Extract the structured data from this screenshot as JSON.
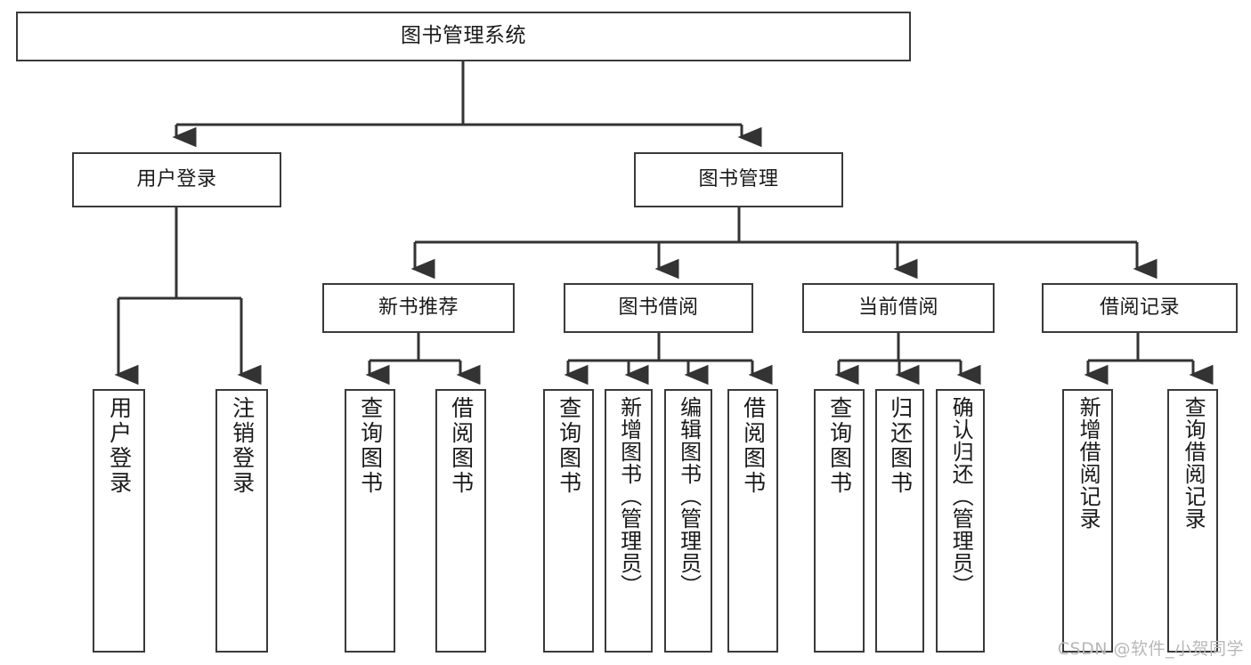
{
  "diagram": {
    "title": "图书管理系统",
    "type": "hierarchy-tree",
    "watermark": "CSDN @软件_小贺同学",
    "colors": {
      "border": "#3a3a3a",
      "background": "#ffffff",
      "text": "#1a1a1a",
      "connector": "#333333",
      "watermark": "#b8b8b8"
    },
    "nodes": {
      "root": {
        "label": "图书管理系统"
      },
      "level2": [
        {
          "id": "user-login",
          "label": "用户登录"
        },
        {
          "id": "book-manage",
          "label": "图书管理"
        }
      ],
      "level3": [
        {
          "id": "new-book-rec",
          "label": "新书推荐"
        },
        {
          "id": "book-borrow",
          "label": "图书借阅"
        },
        {
          "id": "current-borrow",
          "label": "当前借阅"
        },
        {
          "id": "borrow-record",
          "label": "借阅记录"
        }
      ],
      "leaves": [
        {
          "id": "leaf-user-login",
          "label": "用户登录",
          "parent": "user-login"
        },
        {
          "id": "leaf-logout",
          "label": "注销登录",
          "parent": "user-login"
        },
        {
          "id": "leaf-query-book-1",
          "label": "查询图书",
          "parent": "new-book-rec"
        },
        {
          "id": "leaf-borrow-book-1",
          "label": "借阅图书",
          "parent": "new-book-rec"
        },
        {
          "id": "leaf-query-book-2",
          "label": "查询图书",
          "parent": "book-borrow"
        },
        {
          "id": "leaf-add-book",
          "label": "新增图书（管理员）",
          "parent": "book-borrow"
        },
        {
          "id": "leaf-edit-book",
          "label": "编辑图书（管理员）",
          "parent": "book-borrow"
        },
        {
          "id": "leaf-borrow-book-2",
          "label": "借阅图书",
          "parent": "book-borrow"
        },
        {
          "id": "leaf-query-book-3",
          "label": "查询图书",
          "parent": "current-borrow"
        },
        {
          "id": "leaf-return-book",
          "label": "归还图书",
          "parent": "current-borrow"
        },
        {
          "id": "leaf-confirm-return",
          "label": "确认归还（管理员）",
          "parent": "current-borrow"
        },
        {
          "id": "leaf-add-record",
          "label": "新增借阅记录",
          "parent": "borrow-record"
        },
        {
          "id": "leaf-query-record",
          "label": "查询借阅记录",
          "parent": "borrow-record"
        }
      ]
    }
  }
}
